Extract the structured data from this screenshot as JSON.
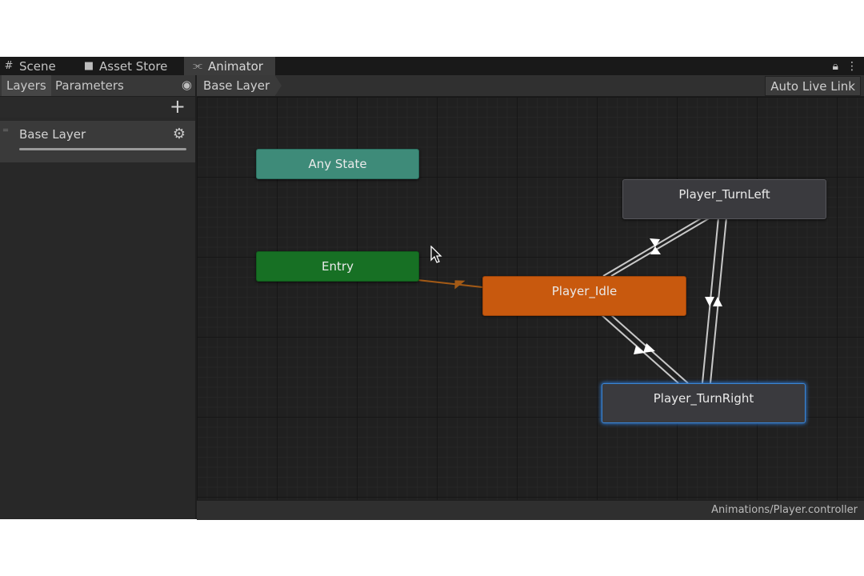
{
  "tabs": [
    {
      "label": "Scene",
      "icon": "grid-icon"
    },
    {
      "label": "Asset Store",
      "icon": "bag-icon"
    },
    {
      "label": "Animator",
      "icon": "animator-icon"
    }
  ],
  "left_panel": {
    "tabs": [
      "Layers",
      "Parameters"
    ],
    "layers": [
      {
        "name": "Base Layer"
      }
    ]
  },
  "breadcrumb": "Base Layer",
  "auto_live_link": "Auto Live Link",
  "states": {
    "any_state": "Any State",
    "entry": "Entry",
    "idle": "Player_Idle",
    "turn_left": "Player_TurnLeft",
    "turn_right": "Player_TurnRight"
  },
  "status": {
    "path": "Animations/Player.controller"
  },
  "colors": {
    "any_state": "#3e8b79",
    "entry": "#177024",
    "default_state": "#c8590e",
    "state": "#3a3a3e",
    "selection": "#3a86d6"
  }
}
